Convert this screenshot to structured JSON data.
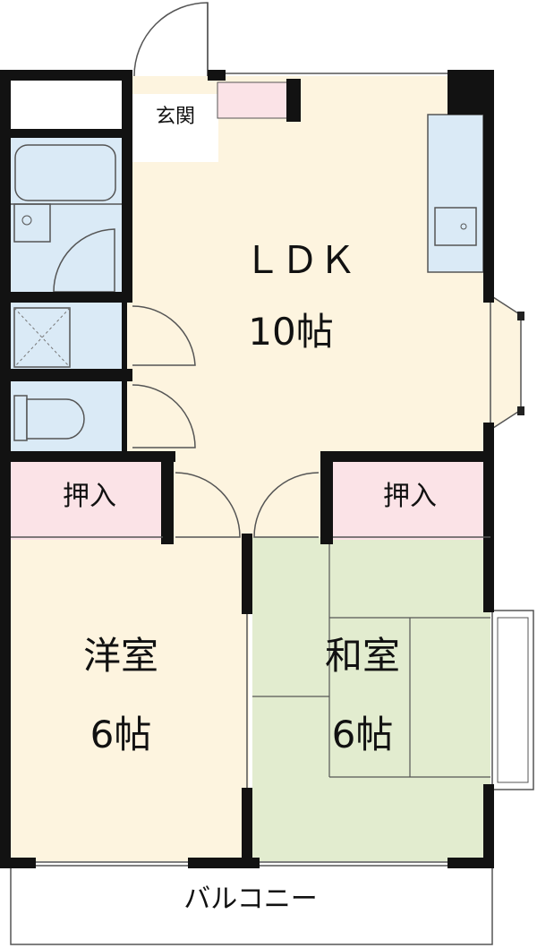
{
  "floorplan": {
    "colors": {
      "ldk": "#fdf4df",
      "western": "#fdf4df",
      "japanese": "#e2eccf",
      "wet": "#daeaf6",
      "closet": "#fbe3e7",
      "wall": "#121212",
      "balcony": "#ffffff"
    },
    "rooms": {
      "ldk": {
        "name": "ＬＤＫ",
        "size": "10帖"
      },
      "western": {
        "name": "洋室",
        "size": "6帖"
      },
      "japanese": {
        "name": "和室",
        "size": "6帖"
      },
      "entrance": {
        "name": "玄関"
      },
      "closet_left": {
        "name": "押入"
      },
      "closet_right": {
        "name": "押入"
      },
      "balcony": {
        "name": "バルコニー"
      }
    }
  }
}
